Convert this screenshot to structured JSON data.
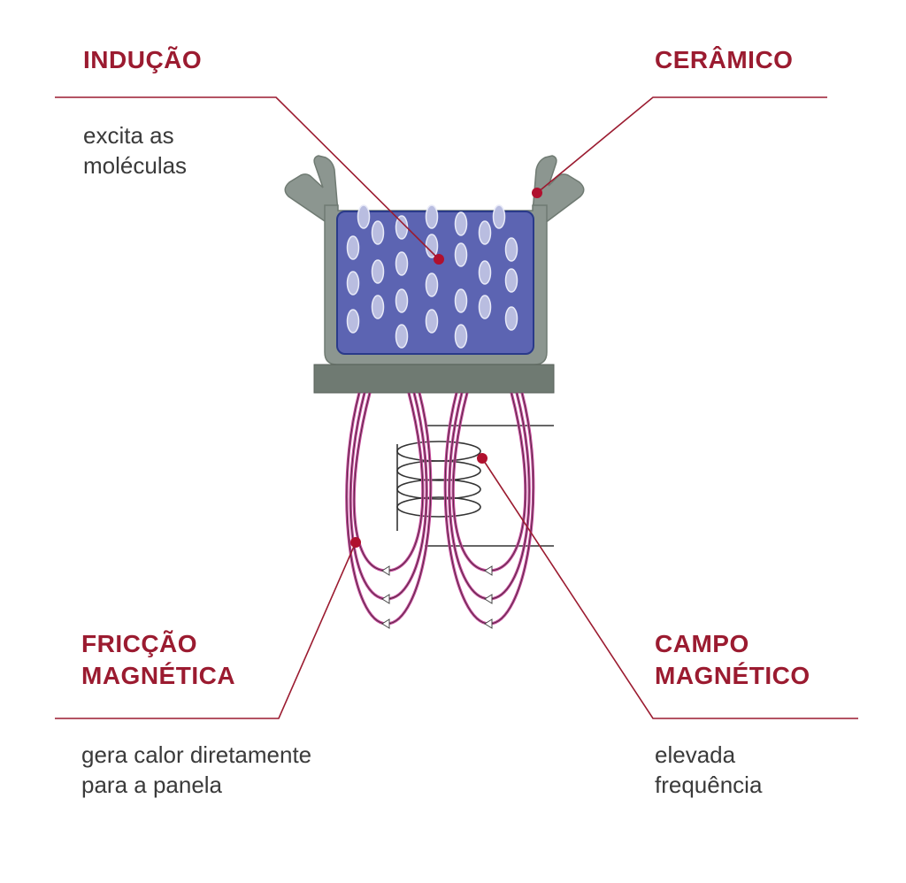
{
  "labels": {
    "induction": {
      "title": "INDUÇÃO",
      "desc_line1": "excita as",
      "desc_line2": "moléculas"
    },
    "ceramic": {
      "title": "CERÂMICO"
    },
    "friction": {
      "title_line1": "FRICÇÃO",
      "title_line2": "MAGNÉTICA",
      "desc_line1": "gera calor diretamente",
      "desc_line2": "para a panela"
    },
    "field": {
      "title_line1": "CAMPO",
      "title_line2": "MAGNÉTICO",
      "desc_line1": "elevada",
      "desc_line2": "frequência"
    }
  },
  "colors": {
    "accent": "#9b1b30",
    "pot": "#8c9690",
    "plate": "#6f7a72",
    "water": "#5c64b2",
    "field_lines": "#c4489a"
  }
}
